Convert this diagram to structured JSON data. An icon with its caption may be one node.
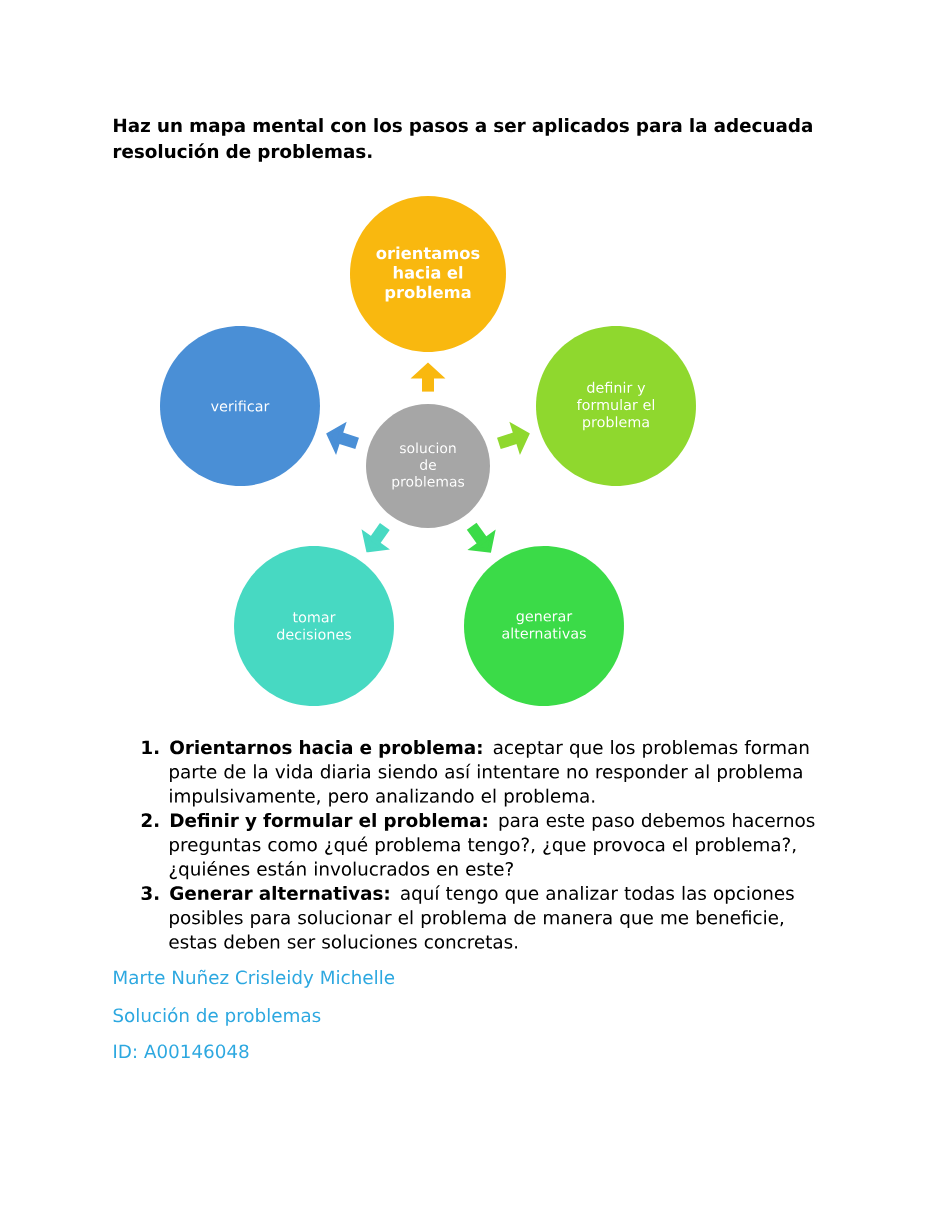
{
  "diagram": {
    "title": "Haz un mapa mental con los pasos a ser aplicados para la adecuada resolución de problemas.",
    "nodes": [
      {
        "text": [
          "solucion de problemas"
        ]
      },
      {
        "text": [
          "orientamos hacia el problema"
        ]
      },
      {
        "text": [
          "definir y formular el problema"
        ]
      },
      {
        "text": [
          "generar alternativas"
        ]
      },
      {
        "text": [
          "tomar decisiones"
        ]
      },
      {
        "text": [
          "verificar"
        ]
      }
    ],
    "edges": [
      {
        "from": 0,
        "to": 1,
        "arrow": "to",
        "color": "#f9b80f"
      },
      {
        "from": 0,
        "to": 2,
        "arrow": "to",
        "color": "#8fd82e"
      },
      {
        "from": 0,
        "to": 3,
        "arrow": "to",
        "color": "#3bdb48"
      },
      {
        "from": 0,
        "to": 4,
        "arrow": "to",
        "color": "#47d9c2"
      },
      {
        "from": 0,
        "to": 5,
        "arrow": "to",
        "color": "#4a8fd6"
      }
    ],
    "labels": [
      "**1. Orientarnos hacia e problema:** aceptar que los problemas forman parte de la vida diaria siendo así intentare no responder al problema impulsivamente, pero analizando el problema.",
      "**2. Definir y formular el problema:** para este paso debemos hacernos preguntas como ¿qué problema tengo?, ¿que provoca el problema?, ¿quiénes están involucrados en este?",
      "**3. Generar alternativas:** aquí tengo que analizar todas las opciones posibles para solucionar el problema de manera que me beneficie, estas deben ser soluciones concretas.",
      "Marte Nuñez Crisleidy Michelle",
      "Solución de problemas",
      "ID: A00146048"
    ]
  }
}
